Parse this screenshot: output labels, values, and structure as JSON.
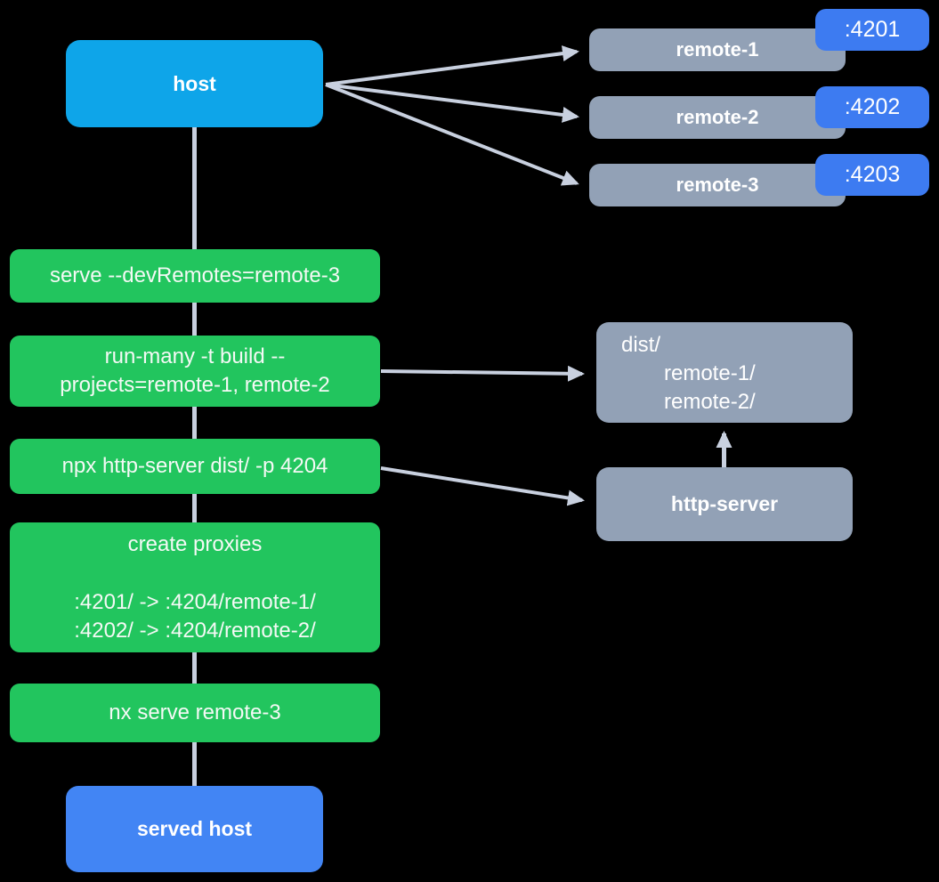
{
  "diagram": {
    "title": "host serving architecture diagram",
    "colors": {
      "background": "#000000",
      "host_node": "#0EA5E9",
      "served_host_node": "#4285F4",
      "port_badge": "#3D7BF1",
      "remote_node": "#92A1B6",
      "command_node": "#22C55E",
      "connector": "#C8D0DF",
      "text": "#FFFFFF"
    },
    "host": {
      "label": "host"
    },
    "remotes": [
      {
        "label": "remote-1",
        "port": ":4201"
      },
      {
        "label": "remote-2",
        "port": ":4202"
      },
      {
        "label": "remote-3",
        "port": ":4203"
      }
    ],
    "commands": {
      "serve": "serve --devRemotes=remote-3",
      "run_many_line1": "run-many -t build --",
      "run_many_line2": "projects=remote-1, remote-2",
      "http_server": "npx http-server dist/ -p 4204",
      "proxies_title": "create proxies",
      "proxy_1": ":4201/ -> :4204/remote-1/",
      "proxy_2": ":4202/ -> :4204/remote-2/",
      "nx_serve": "nx serve remote-3"
    },
    "dist": {
      "root": "dist/",
      "child_1": "remote-1/",
      "child_2": "remote-2/"
    },
    "http_server_node": {
      "label": "http-server"
    },
    "served_host": {
      "label": "served host"
    }
  }
}
